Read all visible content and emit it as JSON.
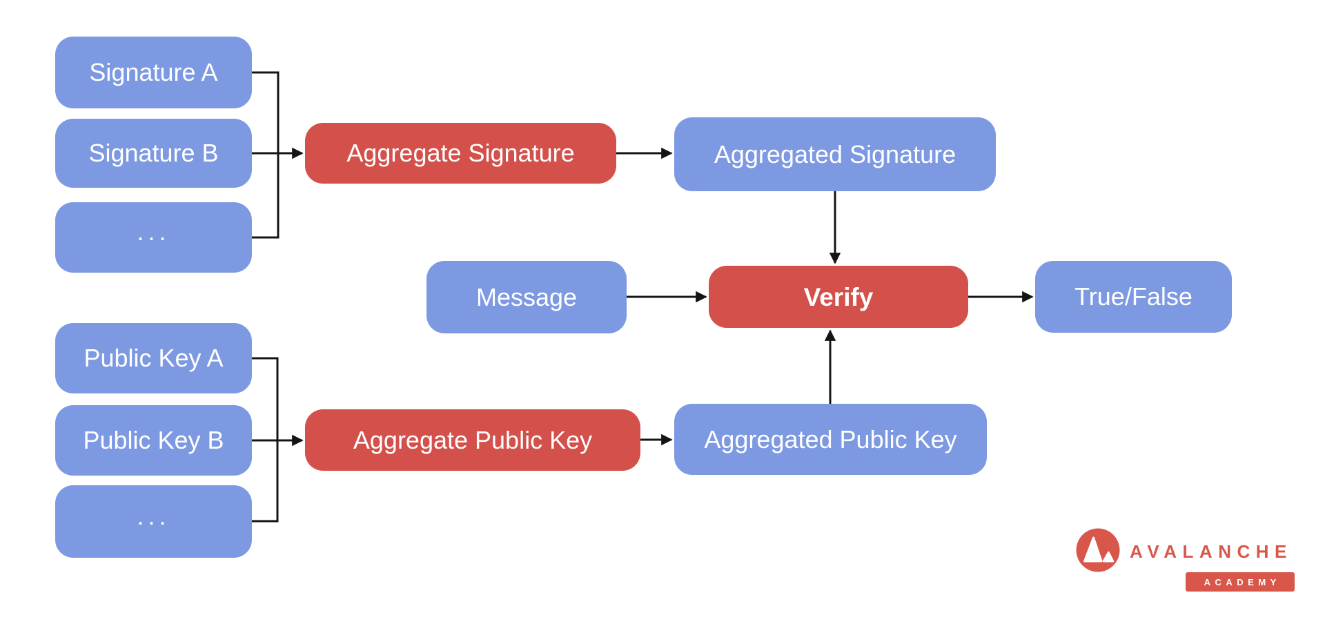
{
  "diagram": {
    "nodes": {
      "signature_a": {
        "label": "Signature A"
      },
      "signature_b": {
        "label": "Signature B"
      },
      "signatures_ellipsis": {
        "label": "..."
      },
      "aggregate_signature": {
        "label": "Aggregate Signature"
      },
      "aggregated_signature": {
        "label": "Aggregated Signature"
      },
      "message": {
        "label": "Message"
      },
      "verify": {
        "label": "Verify"
      },
      "true_false": {
        "label": "True/False"
      },
      "public_key_a": {
        "label": "Public Key A"
      },
      "public_key_b": {
        "label": "Public Key B"
      },
      "public_keys_ellipsis": {
        "label": "..."
      },
      "aggregate_public_key": {
        "label": "Aggregate Public Key"
      },
      "aggregated_public_key": {
        "label": "Aggregated Public Key"
      }
    },
    "colors": {
      "input_node": "#7C99E2",
      "operation_node": "#D3504B",
      "node_text": "#FFFFFF",
      "connector": "#141414"
    }
  },
  "branding": {
    "wordmark": "AVALANCHE",
    "badge": "ACADEMY",
    "brand_color": "#D9564A"
  }
}
